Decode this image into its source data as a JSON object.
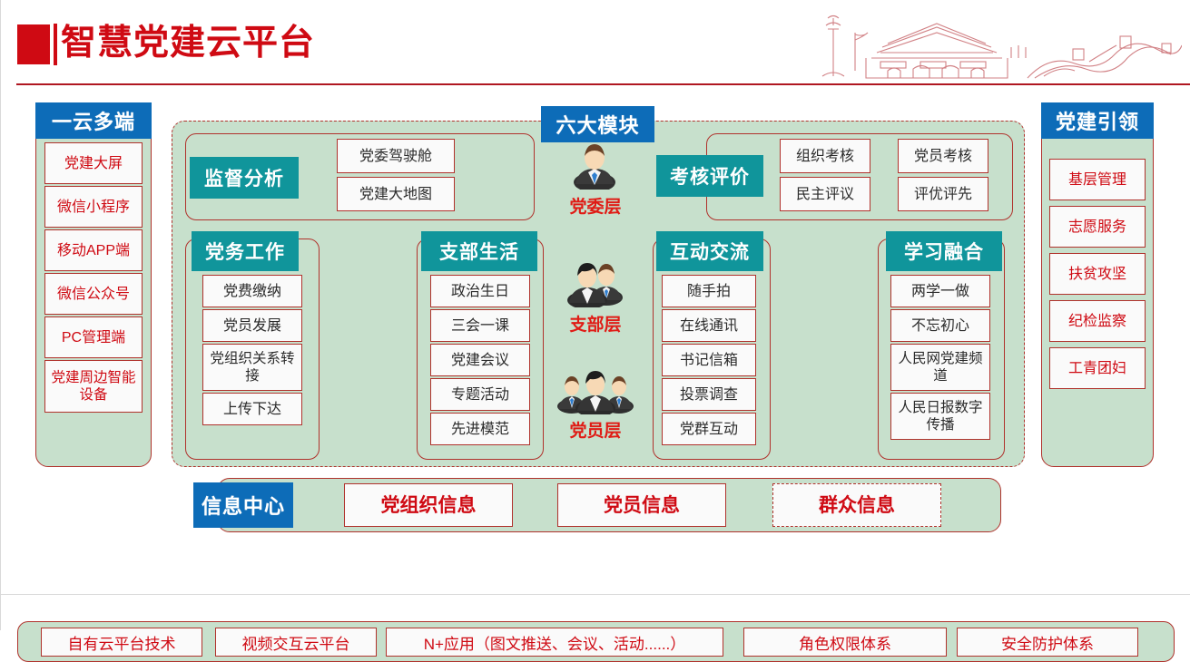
{
  "header": {
    "title": "智慧党建云平台",
    "decoration_icon": "tiananmen-great-wall-watermark"
  },
  "left_column": {
    "title": "一云多端",
    "items": [
      "党建大屏",
      "微信小程序",
      "移动APP端",
      "微信公众号",
      "PC管理端",
      "党建周边智能设备"
    ]
  },
  "center": {
    "title": "六大模块",
    "levels": [
      {
        "label": "党委层",
        "icon": "single-person-icon"
      },
      {
        "label": "支部层",
        "icon": "two-people-icon"
      },
      {
        "label": "党员层",
        "icon": "three-people-icon"
      }
    ]
  },
  "modules": {
    "supervision": {
      "title": "监督分析",
      "items": [
        "党委驾驶舱",
        "党建大地图"
      ]
    },
    "party_affairs": {
      "title": "党务工作",
      "items": [
        "党费缴纳",
        "党员发展",
        "党组织关系转接",
        "上传下达"
      ]
    },
    "branch_life": {
      "title": "支部生活",
      "items": [
        "政治生日",
        "三会一课",
        "党建会议",
        "专题活动",
        "先进模范"
      ]
    },
    "assessment": {
      "title": "考核评价",
      "items": [
        "组织考核",
        "党员考核",
        "民主评议",
        "评优评先"
      ]
    },
    "interaction": {
      "title": "互动交流",
      "items": [
        "随手拍",
        "在线通讯",
        "书记信箱",
        "投票调查",
        "党群互动"
      ]
    },
    "learning": {
      "title": "学习融合",
      "items": [
        "两学一做",
        "不忘初心",
        "人民网党建频道",
        "人民日报数字传播"
      ]
    }
  },
  "right_column": {
    "title": "党建引领",
    "items": [
      "基层管理",
      "志愿服务",
      "扶贫攻坚",
      "纪检监察",
      "工青团妇"
    ]
  },
  "info_center": {
    "title": "信息中心",
    "items": [
      {
        "label": "党组织信息",
        "dashed": false
      },
      {
        "label": "党员信息",
        "dashed": false
      },
      {
        "label": "群众信息",
        "dashed": true
      }
    ]
  },
  "foundation": {
    "items": [
      "自有云平台技术",
      "视频交互云平台",
      "N+应用（图文推送、会议、活动......）",
      "角色权限体系",
      "安全防护体系"
    ]
  },
  "colors": {
    "brand_red": "#cf0a13",
    "border_red": "#b0322c",
    "blue_cap": "#0d6cb8",
    "teal_cap": "#10959b",
    "panel_green": "#c7e0cc"
  }
}
